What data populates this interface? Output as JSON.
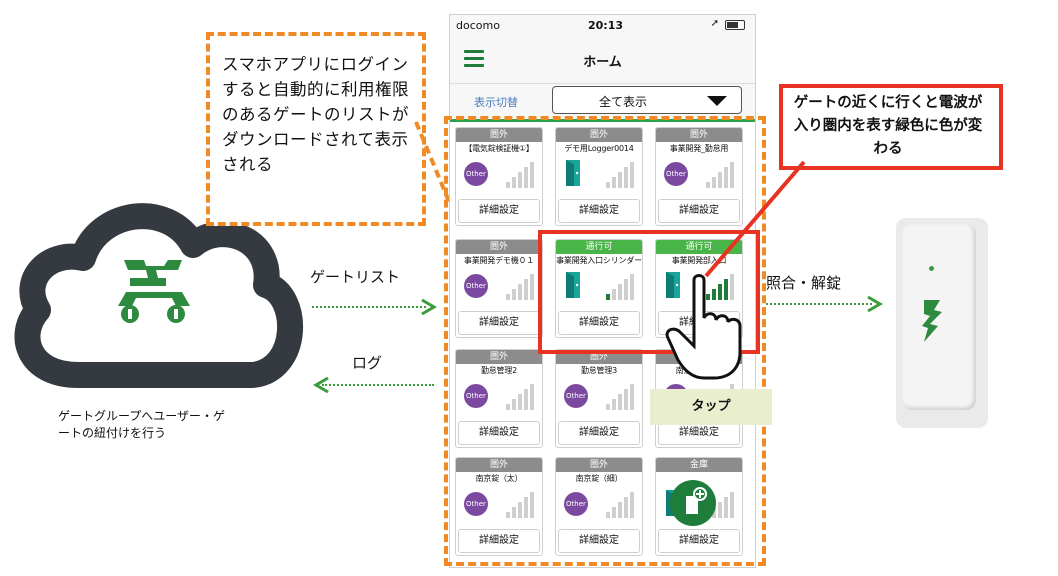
{
  "phone": {
    "carrier": "docomo",
    "time": "20:13",
    "title": "ホーム",
    "filter_label": "表示切替",
    "filter_value": "全て表示"
  },
  "gates": [
    {
      "status": "圏外",
      "name": "【電気錠検証機①】",
      "icon": "Other",
      "signal": 0,
      "button": "詳細設定"
    },
    {
      "status": "圏外",
      "name": "デモ用Logger0014",
      "icon": "door",
      "signal": 0,
      "button": "詳細設定"
    },
    {
      "status": "圏外",
      "name": "事業開発_勤怠用",
      "icon": "Other",
      "signal": 0,
      "button": "詳細設定"
    },
    {
      "status": "圏外",
      "name": "事業開発デモ機０１",
      "icon": "Other",
      "signal": 0,
      "button": "詳細設定"
    },
    {
      "status": "通行可",
      "name": "事業開発入口シリンダー",
      "icon": "door",
      "signal": 1,
      "button": "詳細設定"
    },
    {
      "status": "通行可",
      "name": "事業開発部入口",
      "icon": "door",
      "signal": 4,
      "button": "詳細設定"
    },
    {
      "status": "圏外",
      "name": "勤怠管理2",
      "icon": "Other",
      "signal": 0,
      "button": "詳細設定"
    },
    {
      "status": "圏外",
      "name": "勤怠管理3",
      "icon": "Other",
      "signal": 0,
      "button": "詳細設定"
    },
    {
      "status": "圏外",
      "name": "南京錠（太）",
      "icon": "Other",
      "signal": 0,
      "button": "詳細設定"
    },
    {
      "status": "圏外",
      "name": "南京錠（太）",
      "icon": "Other",
      "signal": 0,
      "button": "詳細設定"
    },
    {
      "status": "圏外",
      "name": "南京錠（細）",
      "icon": "Other",
      "signal": 0,
      "button": "詳細設定"
    },
    {
      "status": "金庫",
      "name": "",
      "icon": "door",
      "signal": 0,
      "button": "詳細設定"
    }
  ],
  "callout_left": "スマホアプリにログインすると自動的に利用権限のあるゲートのリストがダウンロードされて表示される",
  "callout_right": "ゲートの近くに行くと電波が入り圏内を表す緑色に色が変わる",
  "label_gatelist": "ゲートリスト",
  "label_log": "ログ",
  "label_unlock": "照合・解錠",
  "label_tap": "タップ",
  "cloud_caption": "ゲートグループへユーザー・ゲートの紐付けを行う",
  "colors": {
    "accent_green": "#1e7d3a",
    "status_ok": "#49b447",
    "status_out": "#8c8c8c",
    "dash_orange": "#f08a24",
    "highlight_red": "#e83222",
    "other_purple": "#7b4aa0"
  }
}
